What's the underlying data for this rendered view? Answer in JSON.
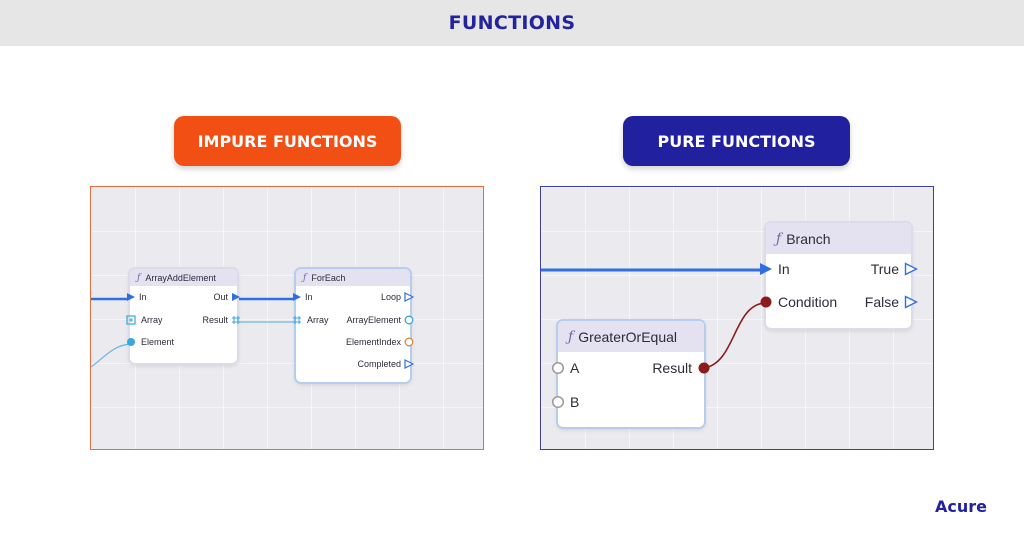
{
  "header": {
    "title": "FUNCTIONS"
  },
  "impure": {
    "label": "IMPURE FUNCTIONS",
    "color": "#f24f14",
    "nodes": {
      "array_add": {
        "title": "ArrayAddElement",
        "in": "In",
        "out": "Out",
        "array": "Array",
        "result": "Result",
        "element": "Element"
      },
      "for_each": {
        "title": "ForEach",
        "in": "In",
        "loop": "Loop",
        "array": "Array",
        "array_element": "ArrayElement",
        "element_index": "ElementIndex",
        "completed": "Completed"
      }
    }
  },
  "pure": {
    "label": "PURE FUNCTIONS",
    "color": "#2121a0",
    "nodes": {
      "branch": {
        "title": "Branch",
        "in": "In",
        "true": "True",
        "condition": "Condition",
        "false": "False"
      },
      "greater": {
        "title": "GreaterOrEqual",
        "a": "A",
        "result": "Result",
        "b": "B"
      }
    }
  },
  "icons": {
    "function": "function-icon",
    "exec_pin": "exec-arrow-pin",
    "data_pin": "data-dot-pin",
    "array_pin": "array-grid-pin"
  },
  "colors": {
    "exec_wire": "#2f6fe0",
    "array_wire": "#6fb6e8",
    "bool_wire": "#8b1c1c",
    "brand": "#23239c"
  },
  "brand": "Acure"
}
